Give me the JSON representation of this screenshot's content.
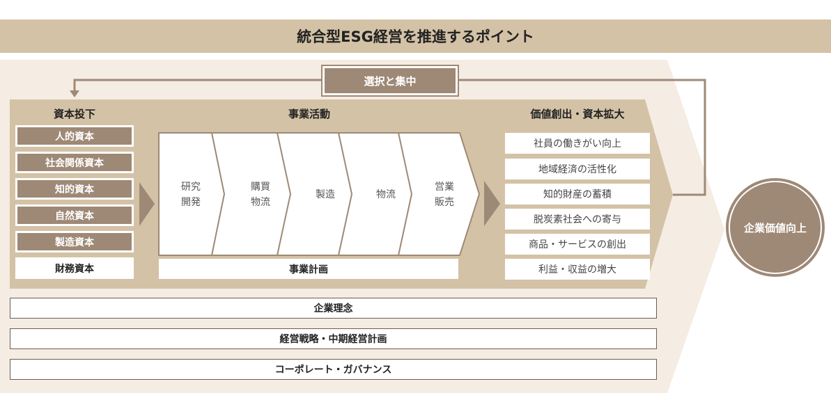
{
  "title": "統合型ESG経営を推進するポイント",
  "selection_box": "選択と集中",
  "capital": {
    "heading": "資本投下",
    "items": [
      "人的資本",
      "社会関係資本",
      "知的資本",
      "自然資本",
      "製造資本",
      "財務資本"
    ]
  },
  "business": {
    "heading": "事業活動",
    "steps": [
      "研究\n開発",
      "購買\n物流",
      "製造",
      "物流",
      "営業\n販売"
    ],
    "plan": "事業計画"
  },
  "value": {
    "heading": "価値創出・資本拡大",
    "items": [
      "社員の働きがい向上",
      "地域経済の活性化",
      "知的財産の蓄積",
      "脱炭素社会への寄与",
      "商品・サービスの創出",
      "利益・収益の増大"
    ]
  },
  "goal": "企業価値向上",
  "foundations": [
    "企業理念",
    "経営戦略・中期経営計画",
    "コーポレート・ガバナンス"
  ],
  "colors": {
    "band": "#d3c2a6",
    "outer": "#f5ece3",
    "brown": "#9e8976"
  }
}
